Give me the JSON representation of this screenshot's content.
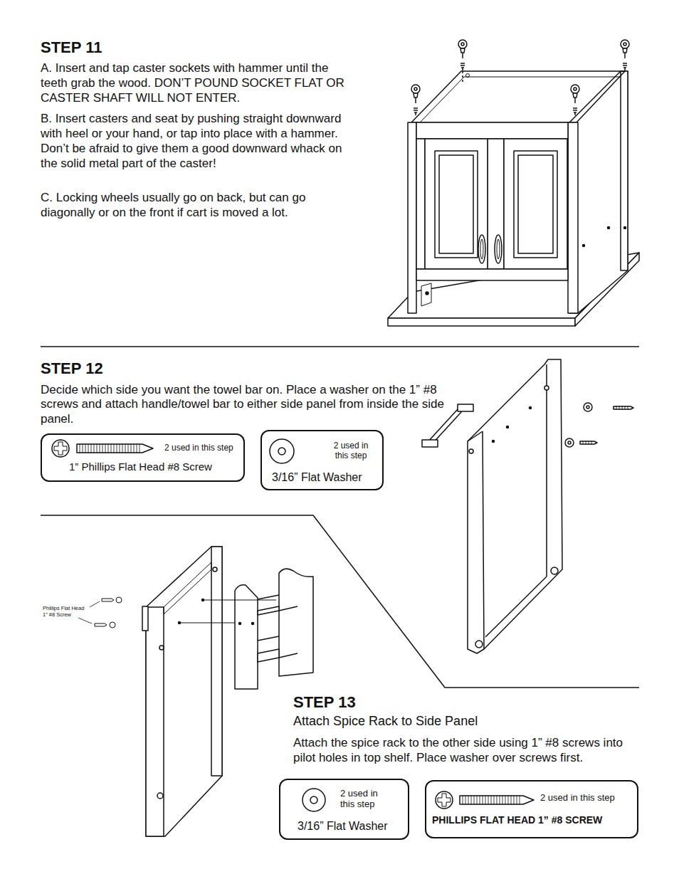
{
  "diagram": {
    "nodes": [
      {
        "text": [
          "2 used in this step",
          "1” Phillips Flat Head #8 Screw"
        ]
      },
      {
        "text": [
          "2 used in this step",
          "3/16” Flat Washer"
        ]
      },
      {
        "text": [
          "2 used in this step",
          "3/16” Flat Washer"
        ]
      },
      {
        "text": [
          "2 used in this step",
          "PHILLIPS FLAT HEAD 1” #8 SCREW"
        ]
      }
    ],
    "labels": [
      "STEP 11",
      "A. Insert and tap caster sockets with hammer until the teeth grab the wood. DON’T POUND SOCKET FLAT OR CASTER SHAFT WILL NOT ENTER.",
      "B. Insert casters and seat by pushing straight downward with heel or your hand, or tap into place with a hammer. Don’t be afraid to give them a good downward whack on the solid metal part of the caster!",
      "C. Locking wheels usually go on back, but can go diagonally or on the front if cart is moved a lot.",
      "STEP 12",
      "Decide which side you want the towel bar on. Place a washer on the 1” #8 screws and attach handle/towel bar to either side panel from inside the side panel.",
      "Phillips Flat Head 1” #8 Screw",
      "STEP 13",
      "Attach Spice Rack to Side Panel",
      "Attach the spice rack to the other side using 1” #8 screws into pilot holes in top shelf. Place washer over screws first."
    ]
  }
}
